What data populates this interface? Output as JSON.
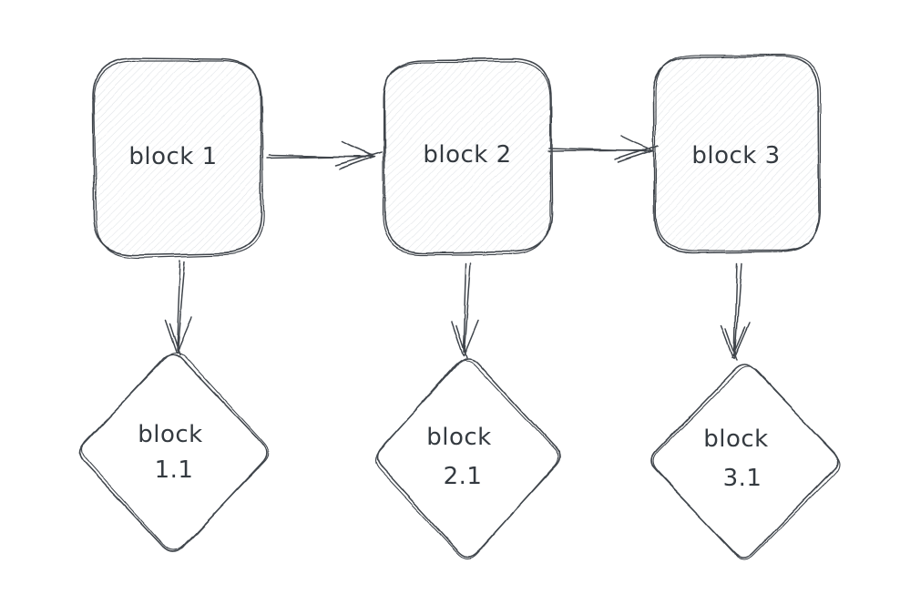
{
  "diagram": {
    "style": "hand-drawn",
    "background_color": "#ffffff",
    "stroke_color": "#3f454c",
    "hachure_fill_color": "#dfe2e6",
    "text_color": "#343a40",
    "nodes": [
      {
        "id": "block-1",
        "shape": "rectangle",
        "fill": "hachure",
        "label": "block 1"
      },
      {
        "id": "block-2",
        "shape": "rectangle",
        "fill": "hachure",
        "label": "block 2"
      },
      {
        "id": "block-3",
        "shape": "rectangle",
        "fill": "hachure",
        "label": "block 3"
      },
      {
        "id": "block-1.1",
        "shape": "diamond",
        "fill": "none",
        "label": "block 1.1",
        "label_lines": [
          "block",
          "1.1"
        ]
      },
      {
        "id": "block-2.1",
        "shape": "diamond",
        "fill": "none",
        "label": "block 2.1",
        "label_lines": [
          "block",
          "2.1"
        ]
      },
      {
        "id": "block-3.1",
        "shape": "diamond",
        "fill": "none",
        "label": "block 3.1",
        "label_lines": [
          "block",
          "3.1"
        ]
      }
    ],
    "edges": [
      {
        "from": "block-1",
        "to": "block-2",
        "direction": "right"
      },
      {
        "from": "block-2",
        "to": "block-3",
        "direction": "right"
      },
      {
        "from": "block-1",
        "to": "block-1.1",
        "direction": "down"
      },
      {
        "from": "block-2",
        "to": "block-2.1",
        "direction": "down"
      },
      {
        "from": "block-3",
        "to": "block-3.1",
        "direction": "down"
      }
    ]
  }
}
